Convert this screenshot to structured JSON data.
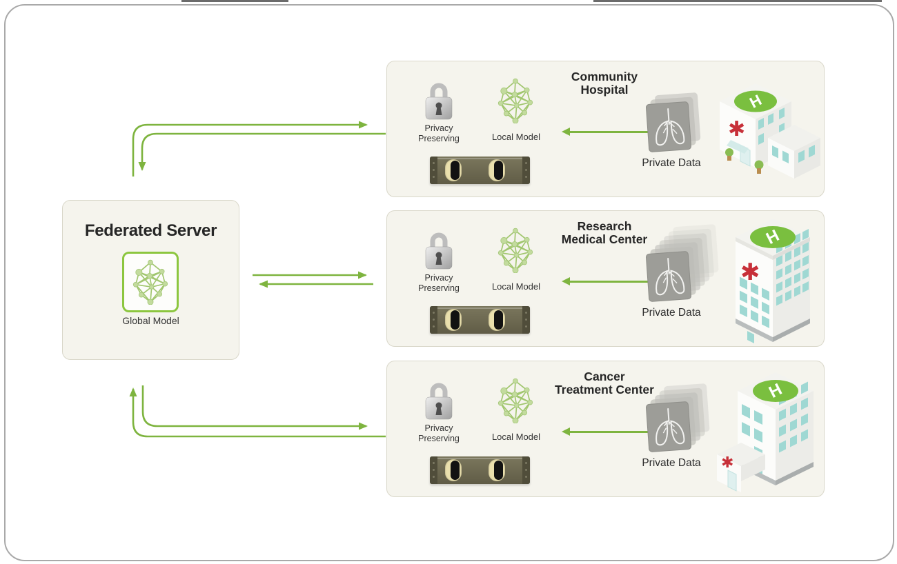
{
  "colors": {
    "arrow_green": "#7eb43f",
    "network_line_green": "#9dc468",
    "network_node_green": "#c3db9e",
    "global_model_box_border": "#8cc63f",
    "panel_background": "#f5f4ed",
    "panel_border": "#d9d7c9",
    "helipad_green": "#7abf3f",
    "medical_red": "#c73039",
    "window_teal": "#9fd8d3",
    "scan_gray": "#9d9d98",
    "rack_server_olive": "#6f6b53",
    "text_dark": "#2b2b2b"
  },
  "federated_server": {
    "title": "Federated Server",
    "model_label": "Global Model"
  },
  "institutions": [
    {
      "title_line1": "Community",
      "title_line2": "Hospital",
      "privacy_line1": "Privacy",
      "privacy_line2": "Preserving",
      "local_model_label": "Local Model",
      "private_data_label": "Private Data",
      "scan_count": 3,
      "building_type": "low-rise hospital",
      "helipad_letter": "H"
    },
    {
      "title_line1": "Research",
      "title_line2": "Medical Center",
      "privacy_line1": "Privacy",
      "privacy_line2": "Preserving",
      "local_model_label": "Local Model",
      "private_data_label": "Private Data",
      "scan_count": 7,
      "building_type": "high-rise tower",
      "helipad_letter": "H"
    },
    {
      "title_line1": "Cancer",
      "title_line2": "Treatment Center",
      "privacy_line1": "Privacy",
      "privacy_line2": "Preserving",
      "local_model_label": "Local Model",
      "private_data_label": "Private Data",
      "scan_count": 5,
      "building_type": "mid-rise hospital",
      "helipad_letter": "H"
    }
  ],
  "icons": {
    "privacy": "padlock-icon",
    "model": "neural-network-icon",
    "private_data": "lung-scan-stack-icon",
    "institution": "hospital-building-icon",
    "medical_cross_glyph": "✱"
  }
}
